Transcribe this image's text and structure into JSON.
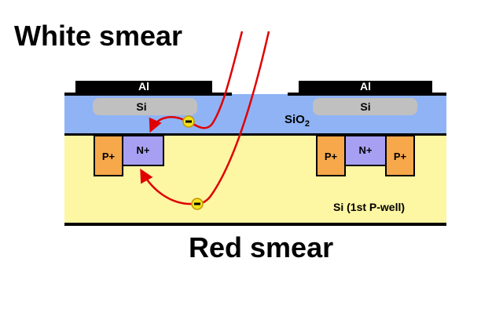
{
  "labels": {
    "white_smear": "White smear",
    "red_smear": "Red smear",
    "oxide_base": "SiO",
    "oxide_sub": "2",
    "well": "Si (1st P-well)"
  },
  "left_device": {
    "metal": "Al",
    "gate": "Si",
    "regions": [
      "P+",
      "N+"
    ]
  },
  "right_device": {
    "metal": "Al",
    "gate": "Si",
    "regions": [
      "P+",
      "N+",
      "P+"
    ]
  },
  "colors": {
    "substrate": "#fdf6a3",
    "oxide": "#8fb3f5",
    "gate_poly": "#c0c0c0",
    "metal": "#000000",
    "p_plus": "#f7a84a",
    "n_plus": "#a7a0f2",
    "light_ray": "#e00000",
    "electron": "#f2e21c"
  },
  "icons": {
    "electron": "electron-icon",
    "light": "light-ray",
    "arrow": "arrow-head"
  }
}
